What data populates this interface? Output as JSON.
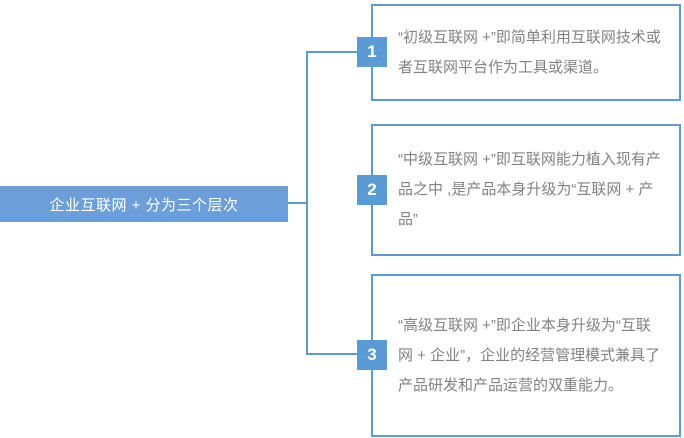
{
  "root": {
    "label": "企业互联网 + 分为三个层次"
  },
  "levels": [
    {
      "number": "1",
      "text": "“初级互联网 +”即简单利用互联网技术或者互联网平台作为工具或渠道。"
    },
    {
      "number": "2",
      "text": "“中级互联网 +”即互联网能力植入现有产品之中 ,是产品本身升级为“互联网 + 产品”"
    },
    {
      "number": "3",
      "text": "“高级互联网 +”即企业本身升级为“互联网 + 企业”，企业的经营管理模式兼具了产品研发和产品运营的双重能力。"
    }
  ],
  "colors": {
    "accent_blue": "#5B9BD5",
    "root_node_fill": "#6C9FD9",
    "body_text_gray": "#828282",
    "background": "#FFFFFF"
  }
}
